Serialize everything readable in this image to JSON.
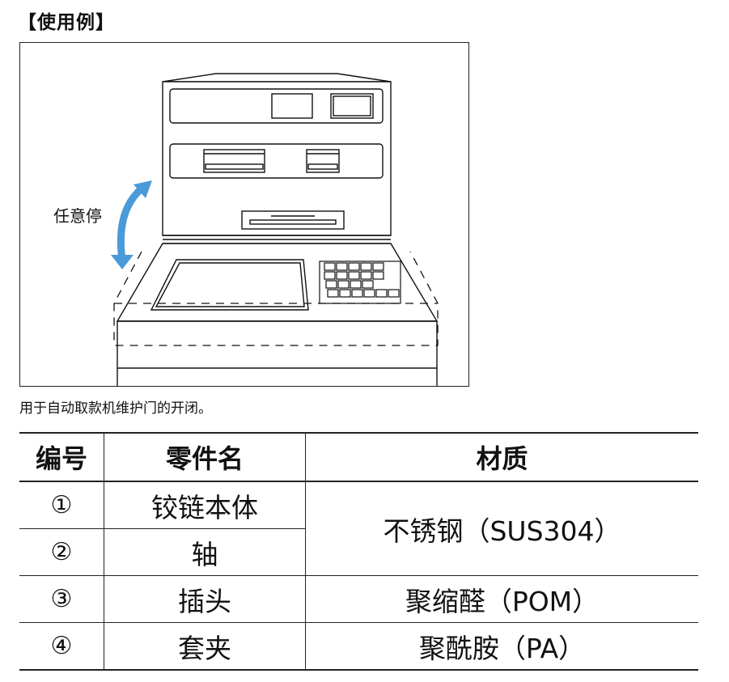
{
  "heading": "【使用例】",
  "figure": {
    "rotation_label": "任意停"
  },
  "caption": "用于自动取款机维护门的开闭。",
  "table": {
    "headers": [
      "编号",
      "零件名",
      "材质"
    ],
    "rows": [
      {
        "no": "①",
        "part": "铰链本体",
        "material": "不锈钢（SUS304）"
      },
      {
        "no": "②",
        "part": "轴"
      },
      {
        "no": "③",
        "part": "插头",
        "material": "聚缩醛（POM）"
      },
      {
        "no": "④",
        "part": "套夹",
        "material": "聚酰胺（PA）"
      }
    ]
  }
}
